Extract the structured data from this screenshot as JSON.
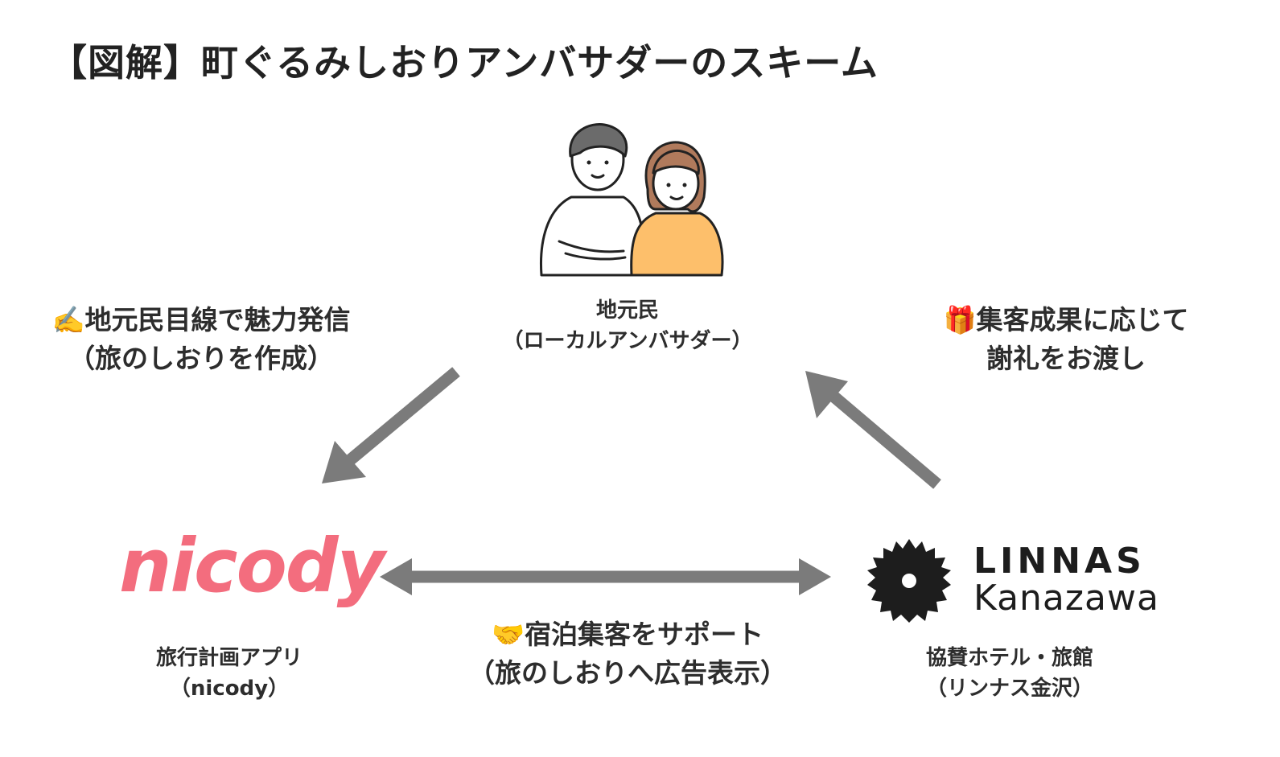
{
  "title": "【図解】町ぐるみしおりアンバサダーのスキーム",
  "nodes": {
    "residents": {
      "line1": "地元民",
      "line2": "（ローカルアンバサダー）"
    },
    "app": {
      "logo": "nicody",
      "line1": "旅行計画アプリ",
      "line2": "（nicody）"
    },
    "hotel": {
      "logo_line1": "LINNAS",
      "logo_line2": "Kanazawa",
      "line1": "協賛ホテル・旅館",
      "line2": "（リンナス金沢）"
    }
  },
  "flows": {
    "left": {
      "line1": "✍️地元民目線で魅力発信",
      "line2": "（旅のしおりを作成）"
    },
    "right": {
      "line1": "🎁集客成果に応じて",
      "line2": "謝礼をお渡し"
    },
    "bottom": {
      "line1": "🤝宿泊集客をサポート",
      "line2": "（旅のしおりへ広告表示）"
    }
  },
  "icons": {
    "residents": "two-people-illustration-icon",
    "hotel_logo": "sun-gear-icon"
  },
  "colors": {
    "arrow": "#7b7b7b",
    "nicody": "#f36d7e",
    "shirt_orange": "#fdbf6b",
    "hair_gray": "#6b6b6b",
    "hair_brown": "#b07a5c"
  }
}
